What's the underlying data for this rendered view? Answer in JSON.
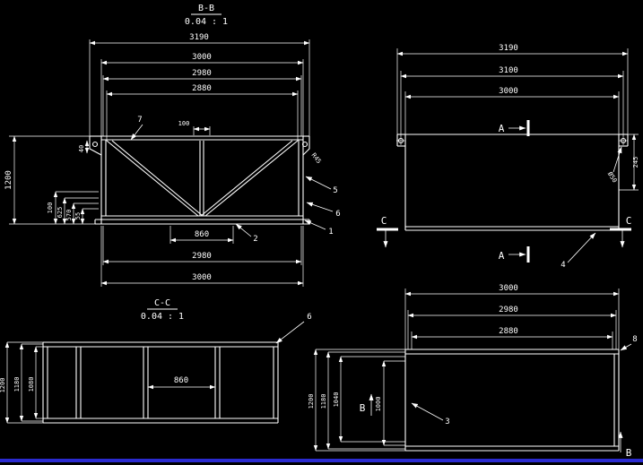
{
  "app": {
    "canvas_bg": "#000000",
    "line_color": "#ffffff",
    "statusbar_color": "#2b2bd0"
  },
  "views": {
    "bb": {
      "title": "B-B",
      "scale": "0.04 : 1",
      "top_dims": [
        "3190",
        "3000",
        "2980",
        "2880"
      ],
      "dim_100": "100",
      "bottom_dims": [
        "860",
        "2980",
        "3000"
      ],
      "left_dim": "1200",
      "left_small": [
        "40",
        "100",
        "625",
        "570",
        "55"
      ],
      "note_r45": "R45",
      "labels": [
        "7",
        "5",
        "6",
        "1",
        "2"
      ]
    },
    "cc": {
      "title": "C-C",
      "scale": "0.04 : 1",
      "dim_860": "860",
      "left_dims": [
        "1200",
        "1180",
        "1080"
      ],
      "label_6": "6"
    },
    "plan": {
      "top_dims": [
        "3190",
        "3100",
        "3000"
      ],
      "section_a": "A",
      "section_c": "C",
      "dim_245": "245",
      "note_hole": "Ø50",
      "label_4": "4"
    },
    "side": {
      "top_dims": [
        "3000",
        "2980",
        "2880"
      ],
      "left_dims": [
        "1200",
        "1180",
        "1040"
      ],
      "dim_1000": "1000",
      "section_b": "B",
      "label_3": "3",
      "label_8": "8"
    }
  }
}
